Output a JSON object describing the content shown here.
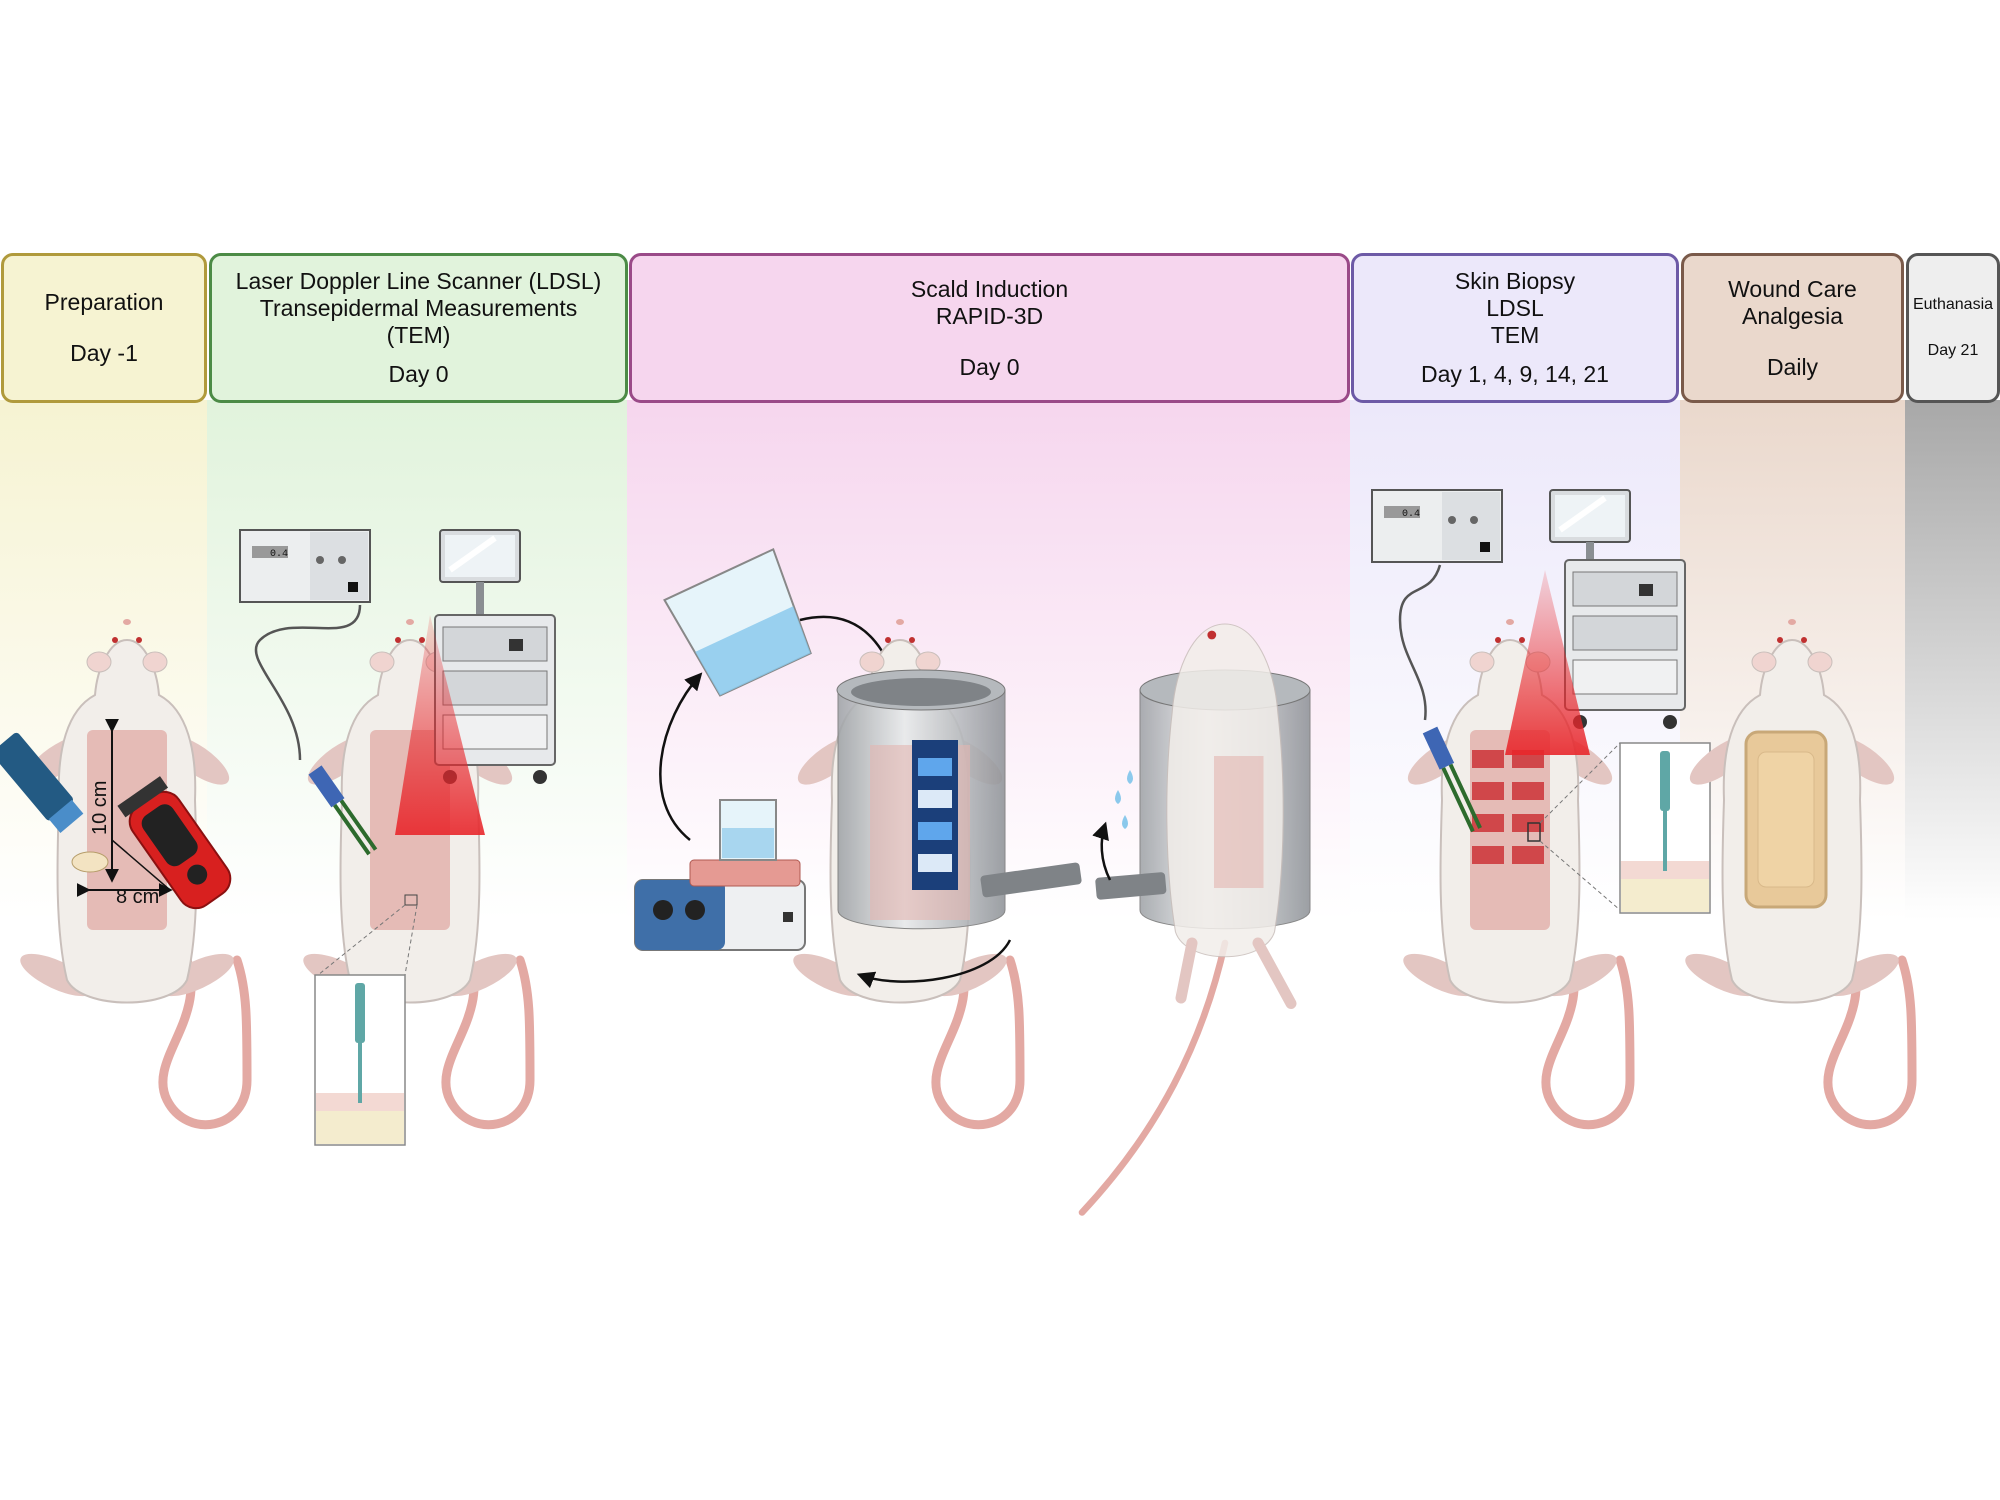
{
  "phases": [
    {
      "id": "prep",
      "lines": [
        "Preparation"
      ],
      "day": "Day -1",
      "color": "#f6f3d2",
      "border": "#b09a3c"
    },
    {
      "id": "ldsl",
      "lines": [
        "Laser Doppler Line Scanner (LDSL)",
        "Transepidermal Measurements",
        "(TEM)"
      ],
      "day": "Day 0",
      "color": "#e1f3dc",
      "border": "#4c8b46"
    },
    {
      "id": "scald",
      "lines": [
        "Scald Induction",
        "RAPID-3D"
      ],
      "day": "Day 0",
      "color": "#f6d6ee",
      "border": "#9a4a88"
    },
    {
      "id": "biopsy",
      "lines": [
        "Skin Biopsy",
        "LDSL",
        "TEM"
      ],
      "day": "Day 1, 4, 9, 14, 21",
      "color": "#ece8fa",
      "border": "#6d5aa6"
    },
    {
      "id": "wound",
      "lines": [
        "Wound Care",
        "Analgesia"
      ],
      "day": "Daily",
      "color": "#ead8cc",
      "border": "#7a5a4a"
    },
    {
      "id": "euth",
      "lines": [
        "Euthanasia"
      ],
      "day": "Day 21",
      "color": "#eeeeee",
      "border": "#555555"
    }
  ],
  "measurements": {
    "height": "10 cm",
    "width": "8 cm"
  },
  "device_readout": "0.4",
  "colors": {
    "laser": "#e8262b",
    "mouse_body": "#f2eeea",
    "mouse_pink": "#e3a9a3",
    "shaved": "#e3b5b0",
    "steel": "#c9cccf",
    "blue": "#2f7bd8"
  },
  "icons": [
    "mouse-icon",
    "razor-icon",
    "cream-tube-icon",
    "ldsl-scanner-icon",
    "tem-probe-icon",
    "beaker-icon",
    "hot-plate-icon",
    "scald-device-icon",
    "dressing-icon"
  ]
}
